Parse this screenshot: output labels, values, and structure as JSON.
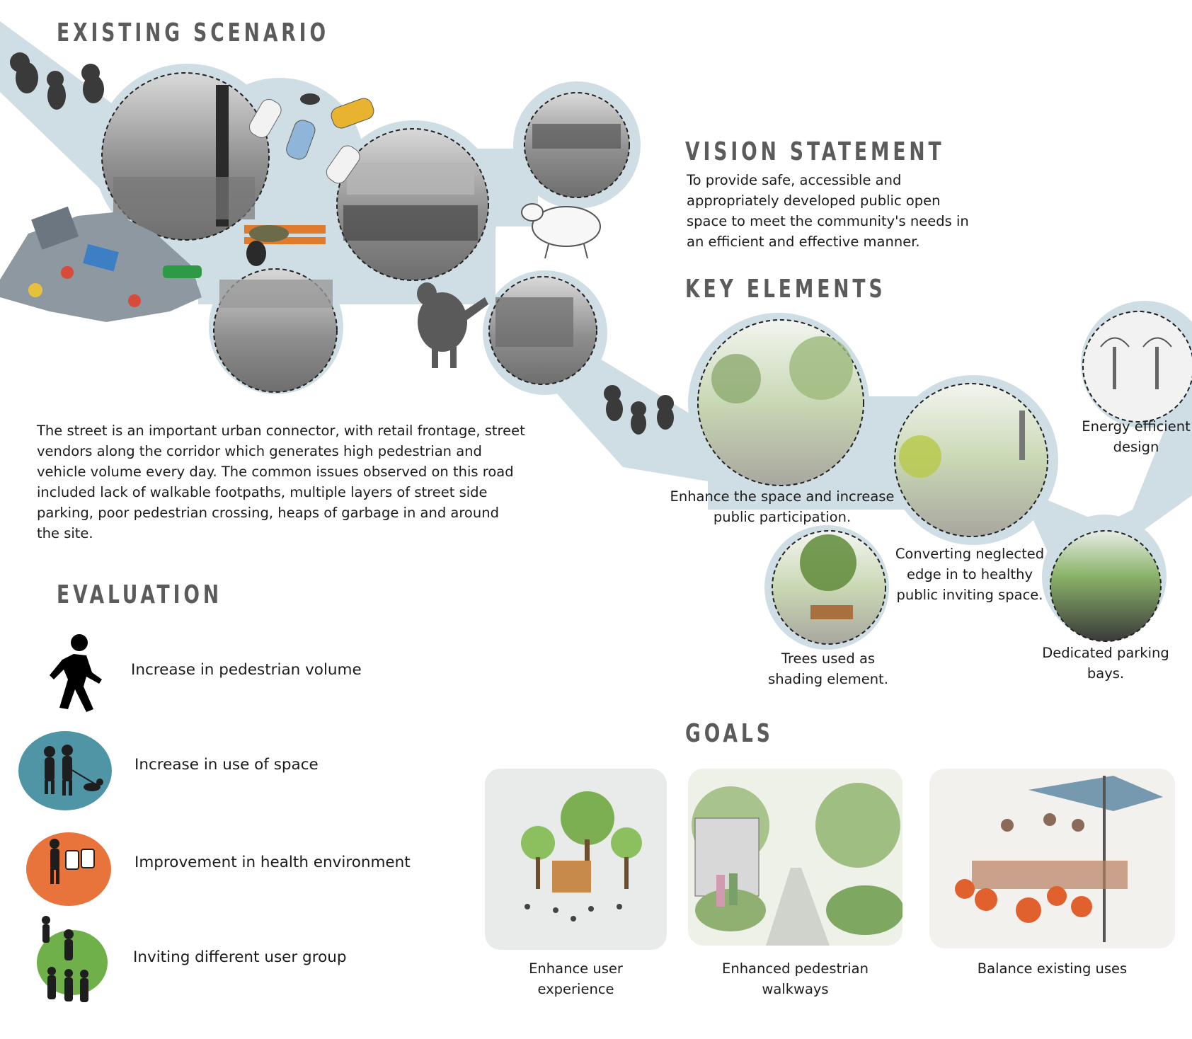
{
  "existing": {
    "title": "EXISTING SCENARIO",
    "description": "The street is an important urban connector, with retail frontage, street vendors along the corridor which generates high pedestrian and vehicle volume every day. The common issues observed on this road included lack of walkable footpaths, multiple layers of street side parking, poor pedestrian crossing, heaps of garbage in and around the site."
  },
  "vision": {
    "title": "VISION STATEMENT",
    "text": "To provide safe, accessible and appropriately developed public open space to meet the community's needs in an efficient and effective manner."
  },
  "key_elements": {
    "title": "KEY ELEMENTS",
    "items": [
      {
        "label_1": "Enhance the space and increase",
        "label_2": "public participation."
      },
      {
        "label_1": "Converting neglected",
        "label_2": "edge in to healthy",
        "label_3": "public inviting space."
      },
      {
        "label_1": "Energy efficient",
        "label_2": "design"
      },
      {
        "label_1": "Trees used as",
        "label_2": "shading element."
      },
      {
        "label_1": "Dedicated parking",
        "label_2": "bays."
      }
    ]
  },
  "evaluation": {
    "title": "EVALUATION",
    "items": [
      {
        "label": "Increase in pedestrian volume",
        "icon": "pedestrian-icon",
        "color": "#000000"
      },
      {
        "label": "Increase in use of space",
        "icon": "people-walking-dog-icon",
        "color": "#4f95a6"
      },
      {
        "label": "Improvement in health environment",
        "icon": "garbage-bins-icon",
        "color": "#e8743c"
      },
      {
        "label": "Inviting different user group",
        "icon": "user-group-icon",
        "color": "#6fb04a"
      }
    ]
  },
  "goals": {
    "title": "GOALS",
    "items": [
      {
        "label_1": "Enhance user",
        "label_2": "experience"
      },
      {
        "label_1": "Enhanced pedestrian",
        "label_2": "walkways"
      },
      {
        "label_1": "Balance existing uses",
        "label_2": ""
      }
    ]
  },
  "colors": {
    "path": "#cfdee5",
    "heading": "#5b5b5b"
  }
}
